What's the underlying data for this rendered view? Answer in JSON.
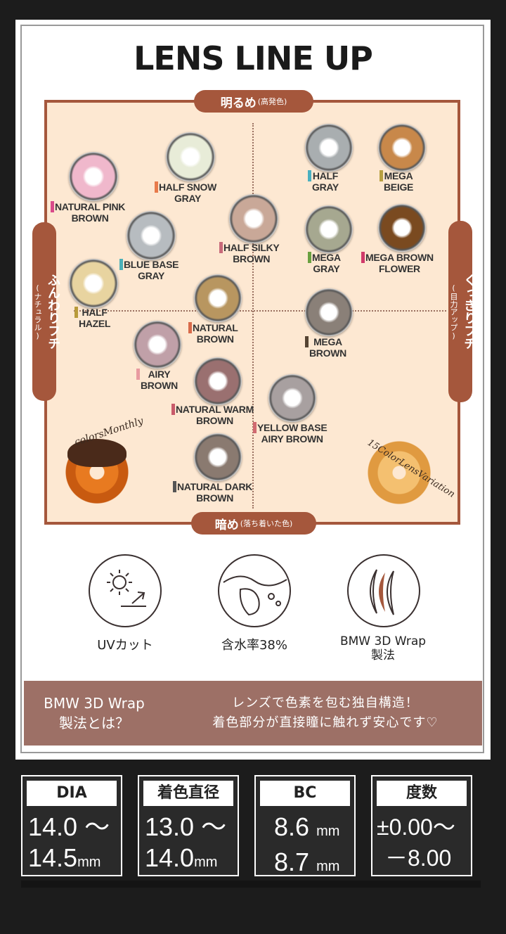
{
  "title": "LENS LINE UP",
  "axis": {
    "top_main": "明るめ",
    "top_sub": "(高発色)",
    "bottom_main": "暗め",
    "bottom_sub": "(落ち着いた色)",
    "left_main": "ふんわりフチ",
    "left_sub": "(ナチュラル)",
    "right_main": "くっきりフチ",
    "right_sub": "(目力アップ)"
  },
  "lenses": {
    "natural_pink_brown": {
      "line1": "NATURAL PINK",
      "line2": "BROWN",
      "color": "#f0b8cc",
      "flag": "#d94a8a"
    },
    "half_snow_gray": {
      "line1": "HALF SNOW",
      "line2": "GRAY",
      "color": "#e8ecd8",
      "flag": "#e87a4a"
    },
    "blue_base_gray": {
      "line1": "BLUE BASE",
      "line2": "GRAY",
      "color": "#b7bcc0",
      "flag": "#4ab0b8"
    },
    "half_silky_brown": {
      "line1": "HALF SILKY",
      "line2": "BROWN",
      "color": "#c9a898",
      "flag": "#c86a7a"
    },
    "half_hazel": {
      "line1": "HALF",
      "line2": "HAZEL",
      "color": "#e8d4a0",
      "flag": "#b89a3a"
    },
    "natural_brown": {
      "line1": "NATURAL",
      "line2": "BROWN",
      "color": "#b89660",
      "flag": "#d86a4a"
    },
    "airy_brown": {
      "line1": "AIRY",
      "line2": "BROWN",
      "color": "#c0a0a8",
      "flag": "#e89aa0"
    },
    "natural_warm_brown": {
      "line1": "NATURAL WARM",
      "line2": "BROWN",
      "color": "#9a7070",
      "flag": "#c85a6a"
    },
    "natural_dark_brown": {
      "line1": "NATURAL DARK",
      "line2": "BROWN",
      "color": "#8a7a70",
      "flag": "#555555"
    },
    "yellow_base_airy_brown": {
      "line1": "YELLOW BASE",
      "line2": "AIRY BROWN",
      "color": "#a8a0a0",
      "flag": "#d06a70"
    },
    "half_gray": {
      "line1": "HALF",
      "line2": "GRAY",
      "color": "#a9aeb0",
      "flag": "#4ab0c0"
    },
    "mega_beige": {
      "line1": "MEGA",
      "line2": "BEIGE",
      "color": "#c8884a",
      "flag": "#b8a040"
    },
    "mega_gray": {
      "line1": "MEGA",
      "line2": "GRAY",
      "color": "#a6a890",
      "flag": "#6aa040"
    },
    "mega_brown_flower": {
      "line1": "MEGA BROWN",
      "line2": "FLOWER",
      "color": "#7a4a20",
      "flag": "#d03a6a"
    },
    "mega_brown": {
      "line1": "MEGA",
      "line2": "BROWN",
      "color": "#8a8078",
      "flag": "#554433"
    }
  },
  "brands": {
    "left": "colorsMonthly",
    "right": "15ColorLensVariation"
  },
  "features": [
    {
      "label": "UVカット",
      "icon": "sun-uv-icon"
    },
    {
      "label": "含水率38%",
      "icon": "water-lens-icon"
    },
    {
      "label": "BMW 3D Wrap",
      "label2": "製法",
      "icon": "lens-layers-icon"
    }
  ],
  "band": {
    "left1": "BMW 3D Wrap",
    "left2": "製法とは？",
    "right1": "レンズで色素を包む独自構造！",
    "right2": "着色部分が直接瞳に触れず安心です♡"
  },
  "specs": [
    {
      "head": "DIA",
      "v1": "14.0 ～",
      "v2": "14.5",
      "u2": "mm"
    },
    {
      "head": "着色直径",
      "v1": "13.0 ～",
      "v2": "14.0",
      "u2": "mm"
    },
    {
      "head": "BC",
      "v1": "8.6",
      "u1": "mm",
      "v2": "8.7",
      "u2": "mm"
    },
    {
      "head": "度数",
      "v1": "±0.00～",
      "v2": "－8.00"
    }
  ],
  "colors": {
    "accent": "#a5573c",
    "map_bg": "#fde8d2",
    "band": "#9d7066",
    "page": "#1c1c1c"
  }
}
